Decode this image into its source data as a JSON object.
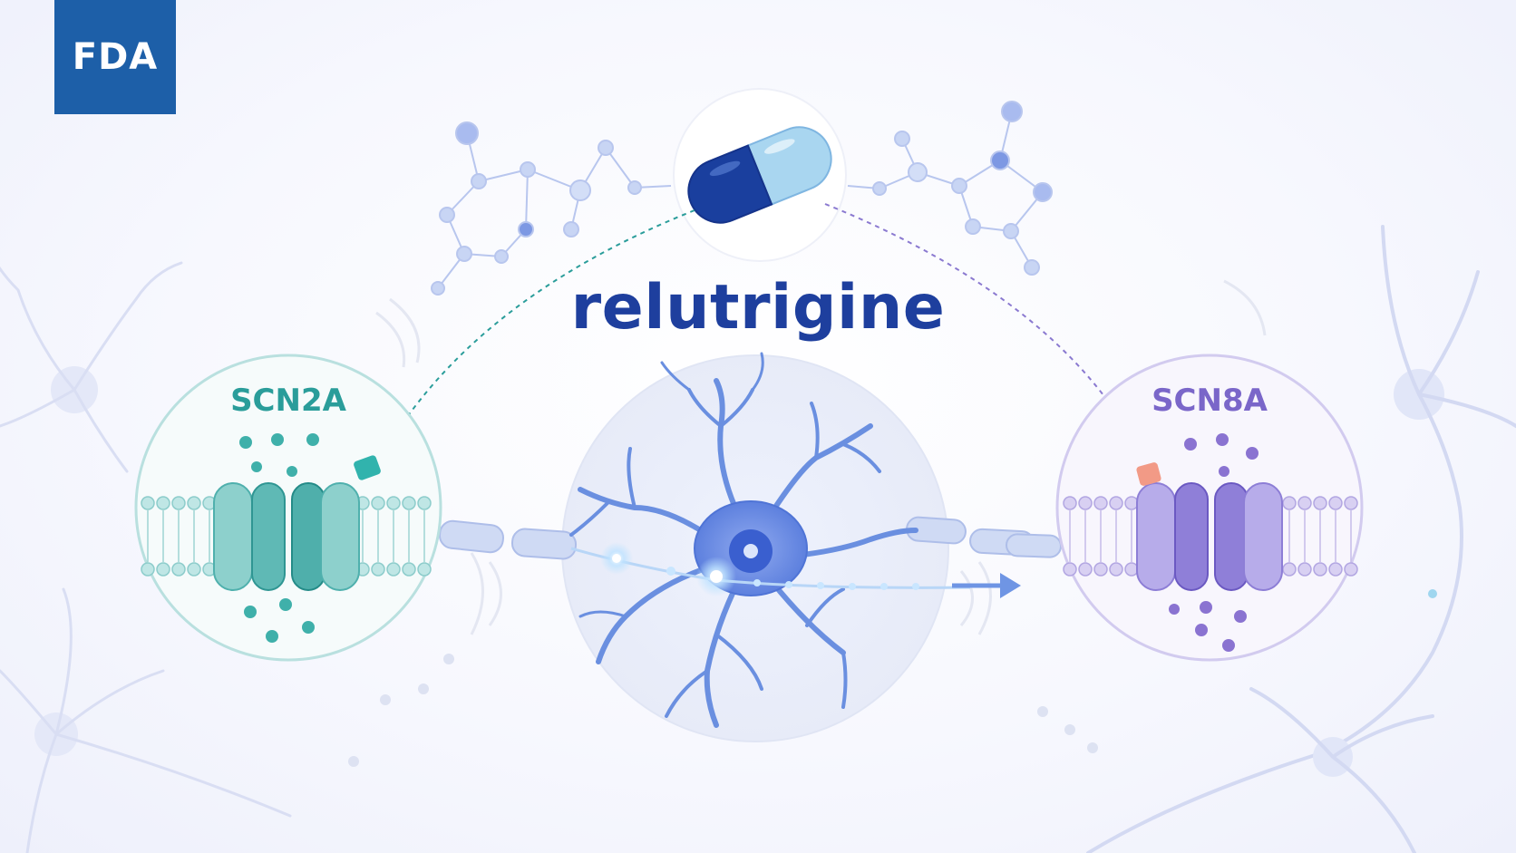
{
  "logo": {
    "text": "FDA",
    "color": "#1d5fa8"
  },
  "drug": {
    "name": "relutrigine",
    "color": "#1e3f9e"
  },
  "channels": [
    {
      "gene": "SCN2A",
      "color": "#2a9d9a"
    },
    {
      "gene": "SCN8A",
      "color": "#7a66c9"
    }
  ],
  "icons": [
    "capsule-icon",
    "neuron-icon",
    "ion-channel-icon",
    "molecule-icon",
    "signal-arrow-icon"
  ],
  "colors": {
    "teal": "#2a9d9a",
    "purple": "#7a66c9",
    "capsule_dark": "#1a3f9e",
    "capsule_light": "#a9d6f0",
    "neuron": "#6a8fe0"
  }
}
